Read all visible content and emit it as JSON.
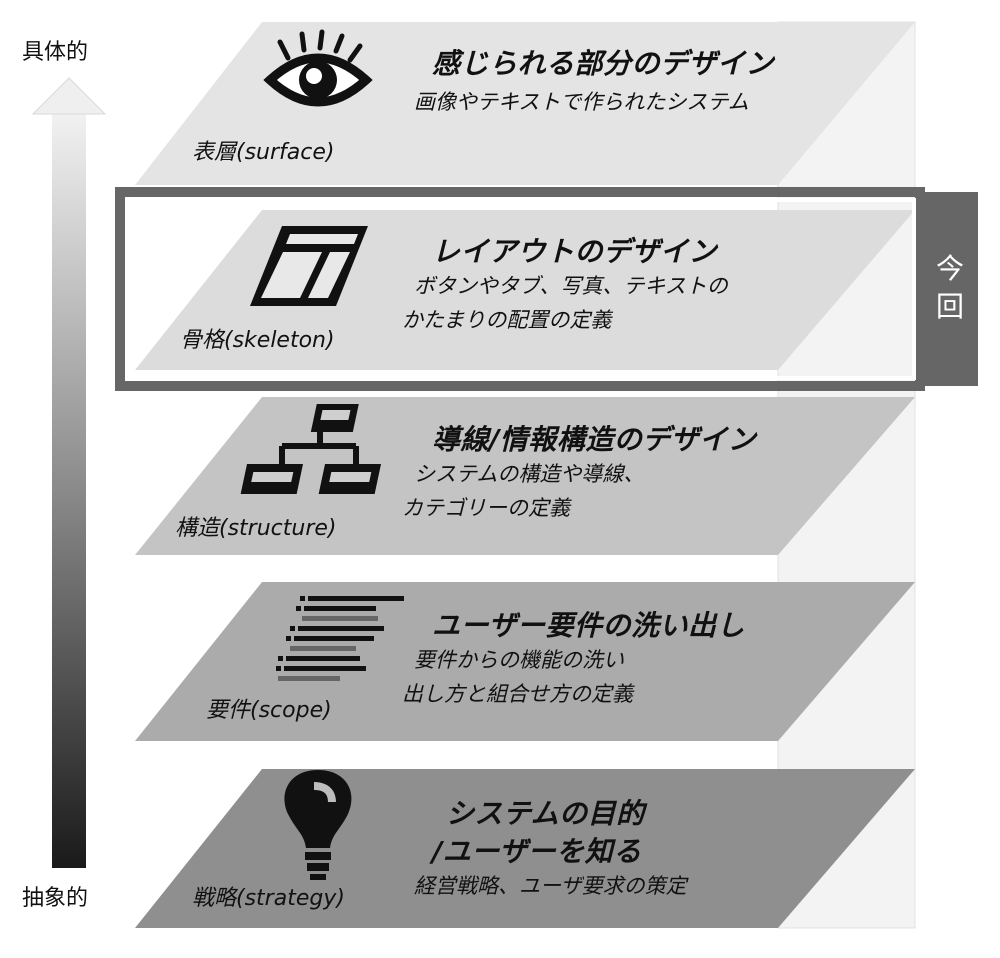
{
  "axis": {
    "top_label": "具体的",
    "bottom_label": "抽象的"
  },
  "badge": {
    "label_line1": "今",
    "label_line2": "回"
  },
  "layers": [
    {
      "id": "surface",
      "name": "表層(surface)",
      "title": "感じられる部分のデザイン",
      "desc_lines": [
        "画像やテキストで作られたシステム"
      ],
      "icon": "eye-icon",
      "fill": "#e4e4e4"
    },
    {
      "id": "skeleton",
      "name": "骨格(skeleton)",
      "title": "レイアウトのデザイン",
      "desc_lines": [
        "ボタンやタブ、写真、テキストの",
        "かたまりの配置の定義"
      ],
      "icon": "layout-icon",
      "fill": "#dcdcdc"
    },
    {
      "id": "structure",
      "name": "構造(structure)",
      "title": "導線/情報構造のデザイン",
      "desc_lines": [
        "システムの構造や導線、",
        "カテゴリーの定義"
      ],
      "icon": "hierarchy-icon",
      "fill": "#c4c4c4"
    },
    {
      "id": "scope",
      "name": "要件(scope)",
      "title": "ユーザー要件の洗い出し",
      "desc_lines": [
        "要件からの機能の洗い",
        "出し方と組合せ方の定義"
      ],
      "icon": "list-icon",
      "fill": "#ababab"
    },
    {
      "id": "strategy",
      "name": "戦略(strategy)",
      "title_lines": [
        "システムの目的",
        "/ユーザーを知る"
      ],
      "desc_lines": [
        "経営戦略、ユーザ要求の策定"
      ],
      "icon": "lightbulb-icon",
      "fill": "#8f8f8f"
    }
  ]
}
